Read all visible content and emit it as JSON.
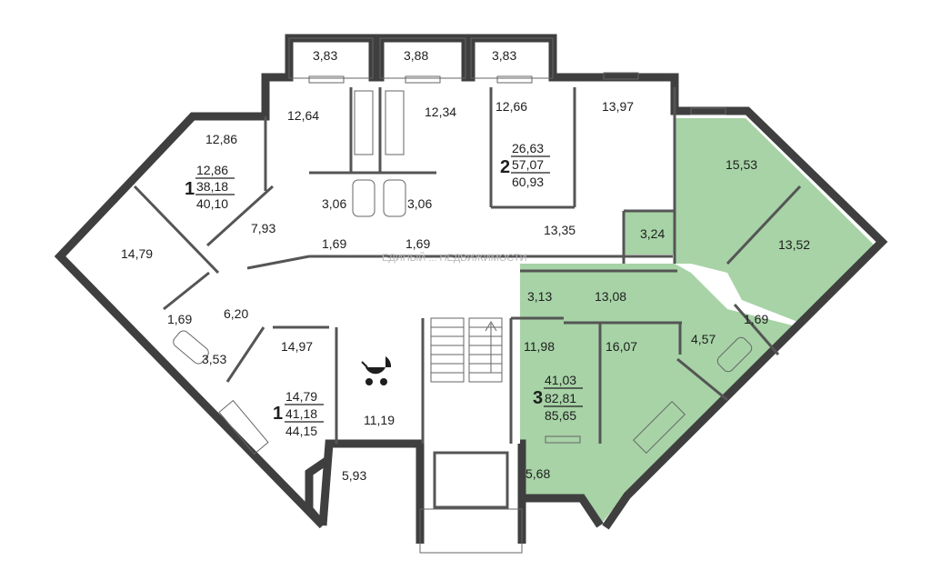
{
  "watermark": "ЕДИНЫЙ ... НЕДВИЖИМОСТИ",
  "colors": {
    "highlight": "#a7d3a6",
    "wall": "#3f3f3f"
  },
  "rooms": {
    "r383a": "3,83",
    "r388": "3,88",
    "r383b": "3,83",
    "r1286": "12,86",
    "r1264": "12,64",
    "r1234": "12,34",
    "r1266": "12,66",
    "r1397": "13,97",
    "r1553": "15,53",
    "r1352": "13,52",
    "r324": "3,24",
    "r1335": "13,35",
    "r306a": "3,06",
    "r306b": "3,06",
    "r169a": "1,69",
    "r169b": "1,69",
    "r793": "7,93",
    "r1479": "14,79",
    "r620": "6,20",
    "r169c": "1,69",
    "r353": "3,53",
    "r1497": "14,97",
    "r1119": "11,19",
    "r593": "5,93",
    "r313": "3,13",
    "r1308": "13,08",
    "r169d": "1,69",
    "r457": "4,57",
    "r1198": "11,98",
    "r1607": "16,07",
    "r568": "5,68"
  },
  "apartments": {
    "a1": {
      "rooms": "1",
      "living": "12,86",
      "total": "38,18",
      "with_balcony": "40,10"
    },
    "a2": {
      "rooms": "2",
      "living": "26,63",
      "total": "57,07",
      "with_balcony": "60,93"
    },
    "a3": {
      "rooms": "1",
      "living": "14,79",
      "total": "41,18",
      "with_balcony": "44,15"
    },
    "a4": {
      "rooms": "3",
      "living": "41,03",
      "total": "82,81",
      "with_balcony": "85,65"
    }
  },
  "icons": {
    "stroller": "stroller-icon",
    "stairs": "stairs-icon"
  }
}
